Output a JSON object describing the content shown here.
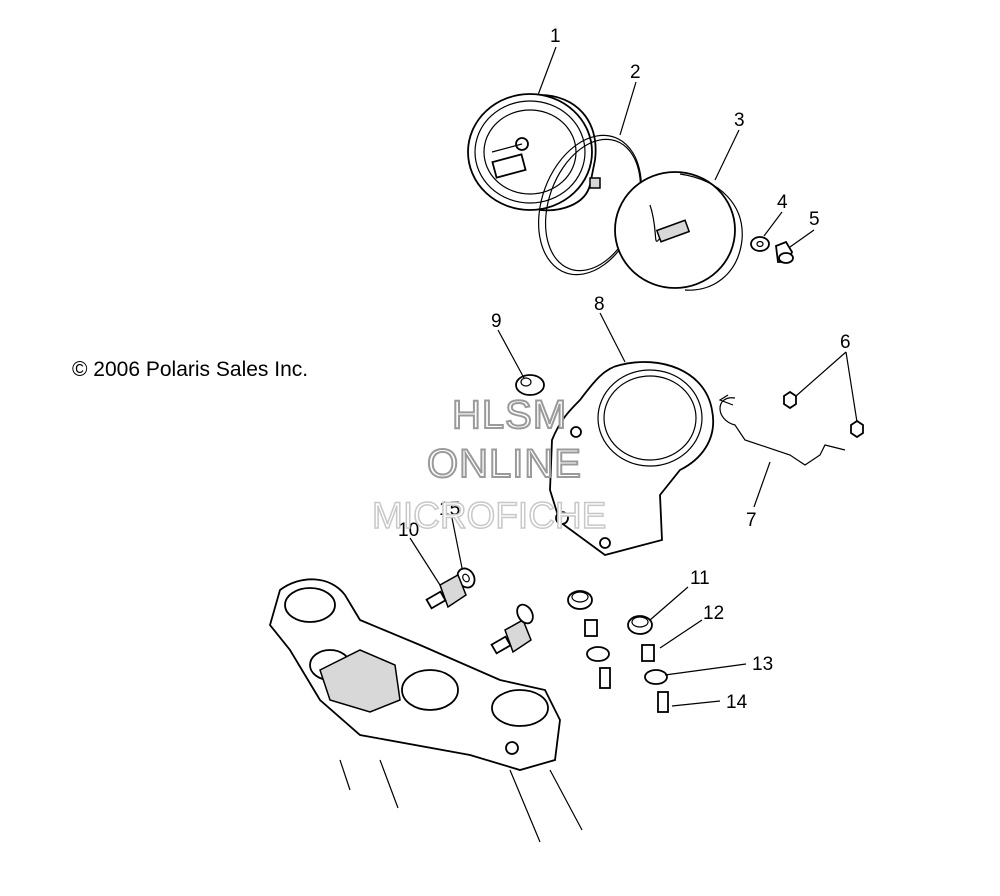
{
  "copyright": "© 2006 Polaris Sales Inc.",
  "watermark": [
    "HLSM",
    "ONLINE",
    "MICROFICHE"
  ],
  "callouts": [
    "1",
    "2",
    "3",
    "4",
    "5",
    "6",
    "7",
    "8",
    "9",
    "10",
    "11",
    "12",
    "13",
    "14",
    "15"
  ]
}
